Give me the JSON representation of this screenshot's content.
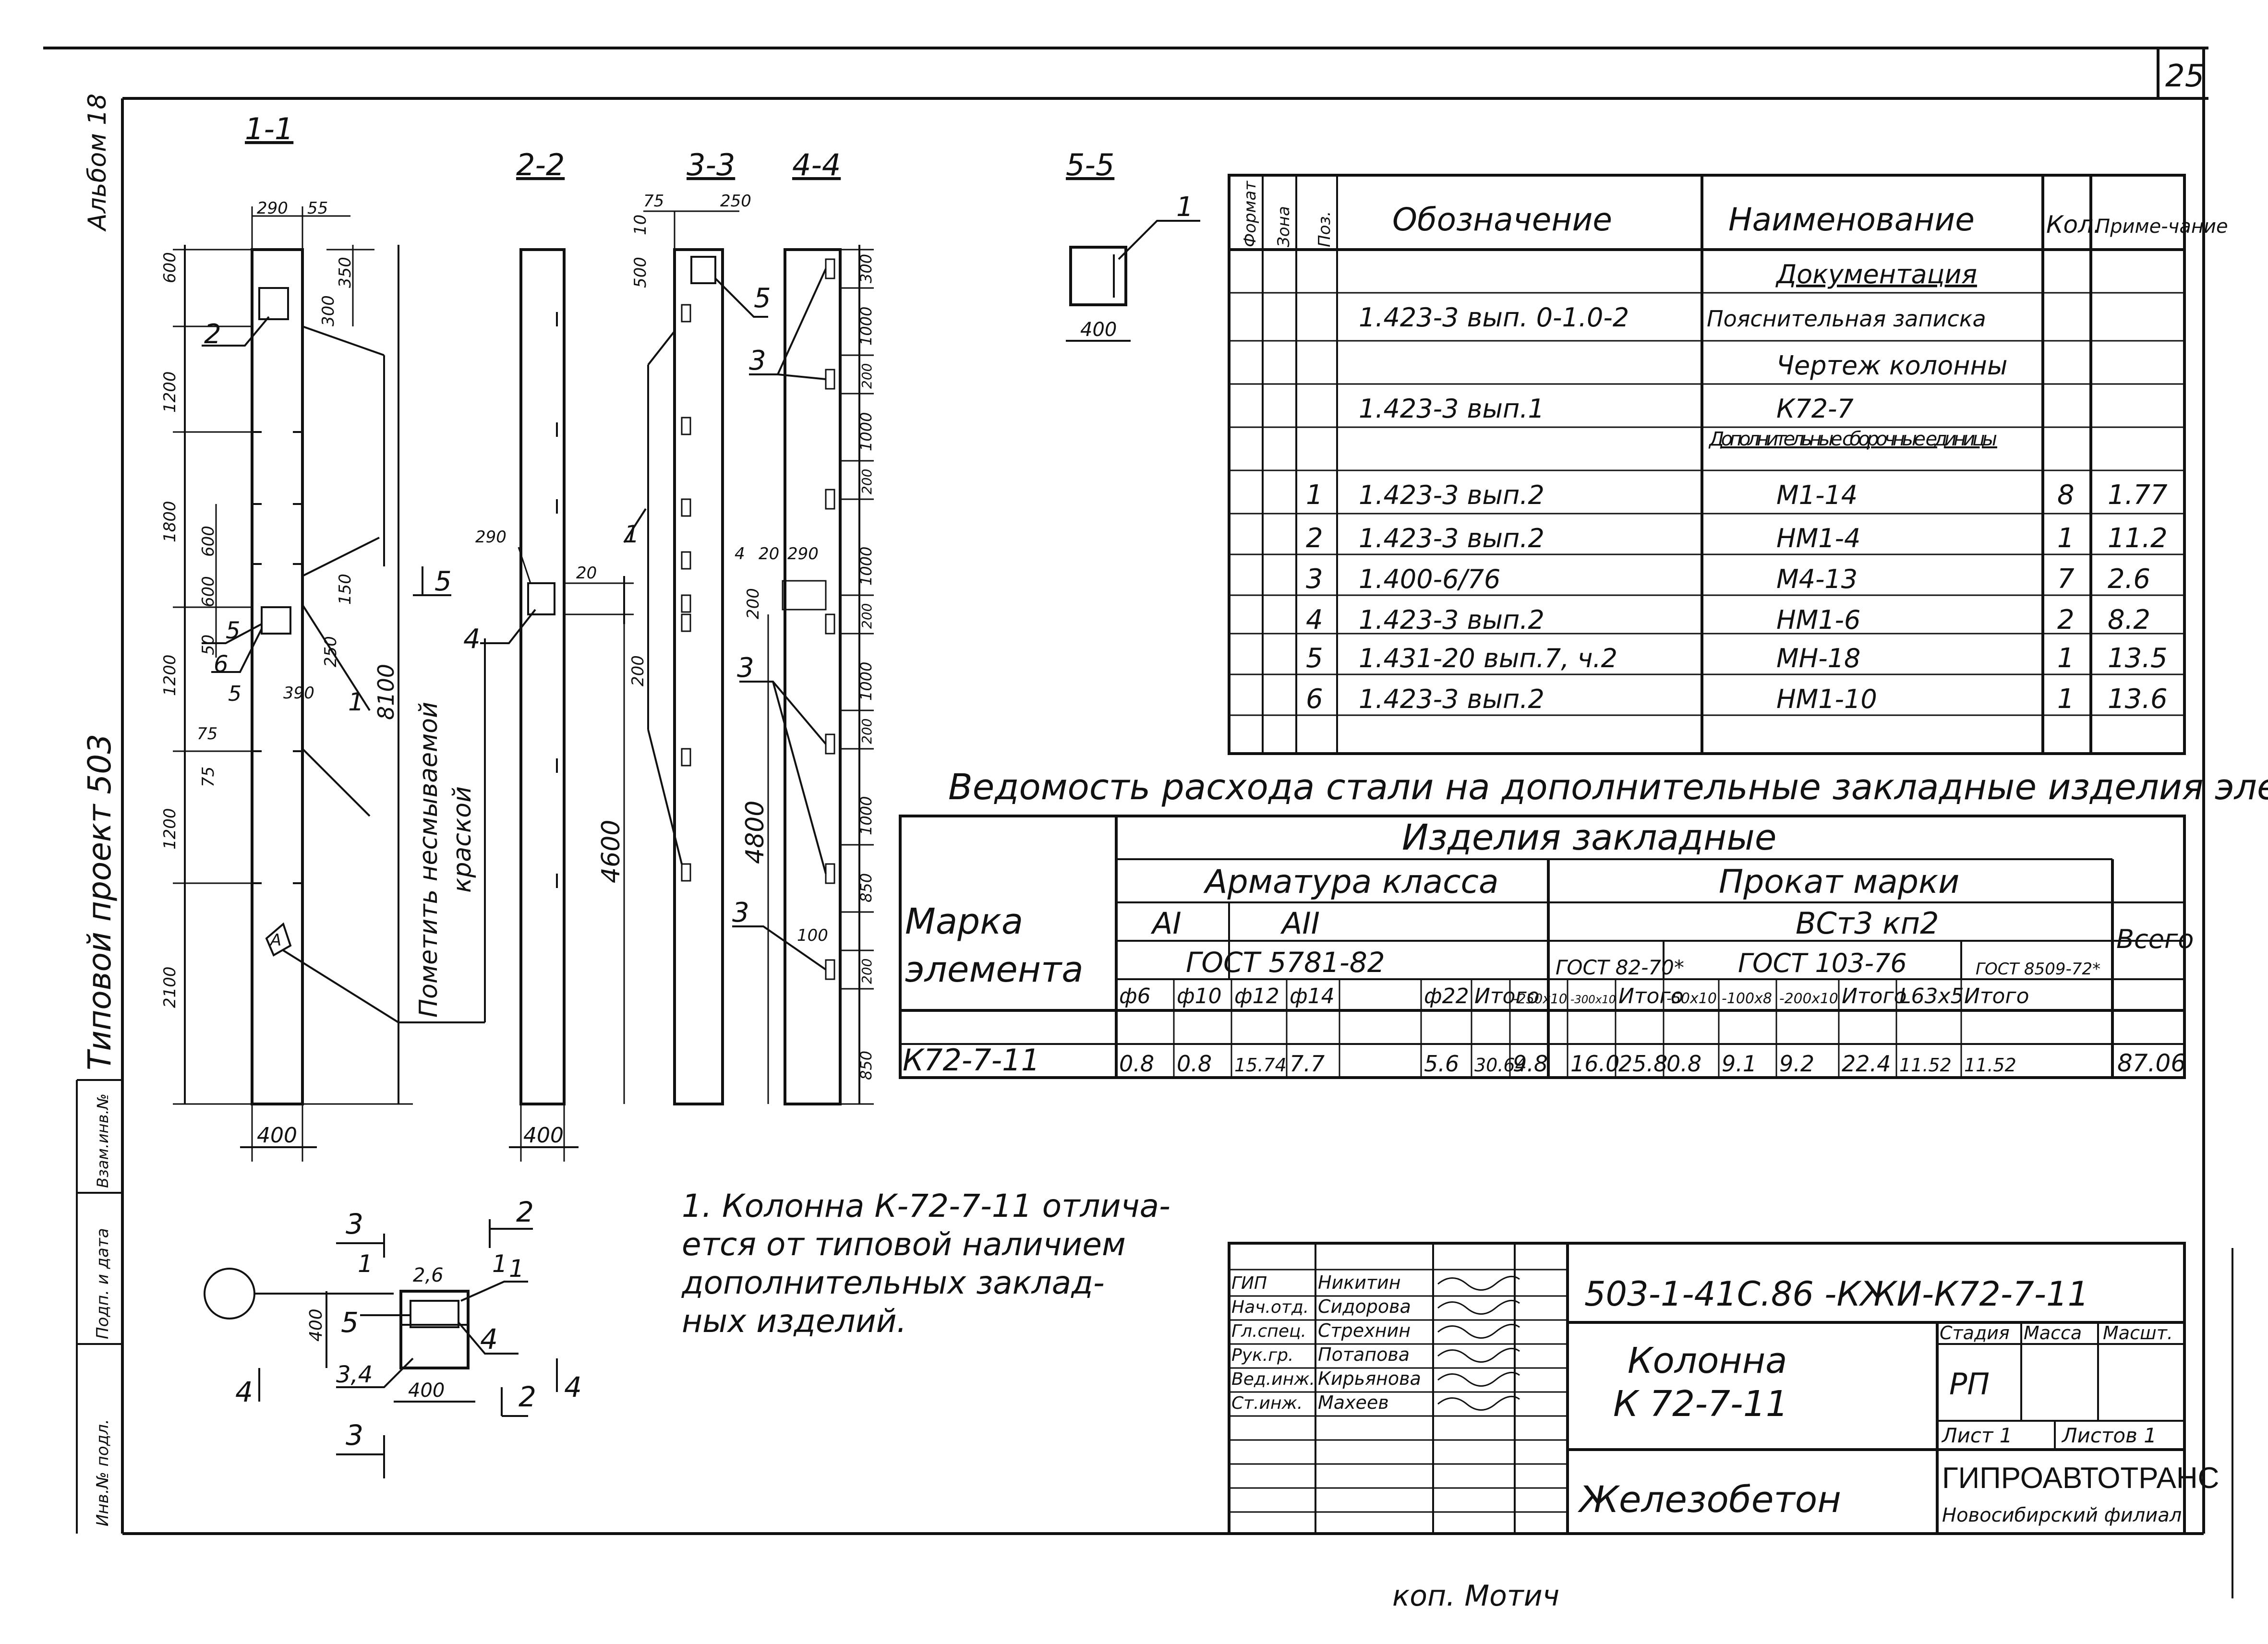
{
  "page_number": "25",
  "side_labels": {
    "album": "Альбом 18",
    "project": "Типовой проект 503",
    "inv_podl": "Инв.№ подл.",
    "podp_data": "Подп. и дата",
    "vzam_inv": "Взам.инв.№"
  },
  "sections": {
    "s11": "1-1",
    "s22": "2-2",
    "s33": "3-3",
    "s44": "4-4",
    "s55": "5-5"
  },
  "dims_11": {
    "top_w": "290",
    "top_w2": "55",
    "d600": "600",
    "d1200a": "1200",
    "d1800": "1800",
    "d1200b": "1200",
    "d1200c": "1200",
    "d2100": "2100",
    "d350": "350",
    "d300": "300",
    "d600b": "600",
    "d600c": "600",
    "d150": "150",
    "d250": "250",
    "d50": "50",
    "d390": "390",
    "d75a": "75",
    "d75b": "75",
    "d8100": "8100",
    "bottom_w": "400",
    "lbl2": "2",
    "lbl5a": "5",
    "lbl6": "6",
    "lbl5b": "5",
    "lbl1": "1",
    "lblA": "А",
    "paint_note_1": "Пометить несмываемой",
    "paint_note_2": "краской"
  },
  "dims_22": {
    "d290": "290",
    "d20": "20",
    "d200": "200",
    "d4600": "4600",
    "bottom_w": "400",
    "lbl4": "4",
    "arrow5": "5"
  },
  "dims_33": {
    "d75": "75",
    "d250": "250",
    "d500": "500",
    "d10": "10",
    "lbl5": "5",
    "lbl1": "1",
    "d4800": "4800"
  },
  "dims_44": {
    "d300": "300",
    "d1000a": "1000",
    "d200a": "200",
    "d1000b": "1000",
    "d200b": "200",
    "d1000c": "1000",
    "d200c": "200",
    "d1000d": "1000",
    "d200d": "200",
    "d1000e": "1000",
    "d850a": "850",
    "d200e": "200",
    "d850b": "850",
    "d4": "4",
    "d20": "20",
    "d290": "290",
    "d200f": "200",
    "d100": "100",
    "lbl3a": "3",
    "lbl3b": "3",
    "lbl3c": "3"
  },
  "dims_55": {
    "lbl1": "1",
    "d400": "400"
  },
  "spec_table": {
    "headers": [
      "Формат",
      "Зона",
      "Поз.",
      "Обозначение",
      "Наименование",
      "Кол.",
      "Приме-чание"
    ],
    "rows": [
      {
        "pos": "",
        "oboz": "",
        "naim": "Документация",
        "kol": "",
        "prim": "",
        "underline": true
      },
      {
        "pos": "",
        "oboz": "1.423-3 вып. 0-1.0-2",
        "naim": "Пояснительная записка",
        "kol": "",
        "prim": ""
      },
      {
        "pos": "",
        "oboz": "",
        "naim": "Чертеж колонны",
        "kol": "",
        "prim": ""
      },
      {
        "pos": "",
        "oboz": "1.423-3 вып.1",
        "naim": "К72-7",
        "kol": "",
        "prim": ""
      },
      {
        "pos": "",
        "oboz": "",
        "naim": "Дополнительные сборочные единицы",
        "kol": "",
        "prim": "",
        "underline": true
      },
      {
        "pos": "1",
        "oboz": "1.423-3 вып.2",
        "naim": "М1-14",
        "kol": "8",
        "prim": "1.77"
      },
      {
        "pos": "2",
        "oboz": "1.423-3 вып.2",
        "naim": "НМ1-4",
        "kol": "1",
        "prim": "11.2"
      },
      {
        "pos": "3",
        "oboz": "1.400-6/76",
        "naim": "М4-13",
        "kol": "7",
        "prim": "2.6"
      },
      {
        "pos": "4",
        "oboz": "1.423-3 вып.2",
        "naim": "НМ1-6",
        "kol": "2",
        "prim": "8.2"
      },
      {
        "pos": "5",
        "oboz": "1.431-20 вып.7, ч.2",
        "naim": "МН-18",
        "kol": "1",
        "prim": "13.5"
      },
      {
        "pos": "6",
        "oboz": "1.423-3 вып.2",
        "naim": "НМ1-10",
        "kol": "1",
        "prim": "13.6"
      }
    ]
  },
  "steel": {
    "title": "Ведомость расхода стали на дополнительные закладные изделия элемента, кг",
    "h_marka_1": "Марка",
    "h_marka_2": "элемента",
    "h_izdelia": "Изделия закладные",
    "h_armatura": "Арматура класса",
    "h_prokat": "Прокат марки",
    "h_vsego": "Всего",
    "h_AI": "АI",
    "h_AII": "АII",
    "h_vst": "ВСт3 кп2",
    "h_gost5781": "ГОСТ 5781-82",
    "h_gost82": "ГОСТ 82-70*",
    "h_gost103": "ГОСТ 103-76",
    "h_gost8509": "ГОСТ 8509-72*",
    "cols": [
      "ф6",
      "ф10",
      "ф12",
      "ф14",
      "",
      "ф22",
      "Итого",
      "-250х10",
      "-300х10",
      "Итого",
      "-50х10",
      "-100х8",
      "-200х10",
      "Итого",
      "L63х5",
      "Итого"
    ],
    "row": {
      "marka": "К72-7-11",
      "vals": [
        "0.8",
        "0.8",
        "15.74",
        "7.7",
        "",
        "5.6",
        "30.64",
        "9.8",
        "16.0",
        "25.8",
        "0.8",
        "9.1",
        "9.2",
        "22.4",
        "11.52",
        "11.52"
      ],
      "vsego": "87.06"
    }
  },
  "note": {
    "line1": "1. Колонна К-72-7-11 отлича-",
    "line2": "ется от типовой наличием",
    "line3": "дополнительных заклад-",
    "line4": "ных изделий."
  },
  "small_section": {
    "l3t": "3",
    "l1a": "1",
    "l2t": "2",
    "l1b": "1",
    "d26": "2,6",
    "l1c": "1",
    "d400v": "400",
    "l5": "5",
    "l4": "4",
    "l34": "3,4",
    "d400h": "400",
    "l4l": "4",
    "l4r": "4",
    "l2b": "2",
    "l3b": "3"
  },
  "title_block": {
    "code": "503-1-41С.86   -КЖИ-К72-7-11",
    "roles": [
      "ГИП",
      "Нач.отд.",
      "Гл.спец.",
      "Рук.гр.",
      "Вед.инж.",
      "Ст.инж."
    ],
    "names": [
      "Никитин",
      "Сидорова",
      "Стрехнин",
      "Потапова",
      "Кирьянова",
      "Махеев"
    ],
    "name1": "Колонна",
    "name2": "К 72-7-11",
    "h_stadia": "Стадия",
    "h_massa": "Масса",
    "h_masht": "Масшт.",
    "stadia": "РП",
    "list": "Лист 1",
    "listov": "Листов 1",
    "material": "Железобетон",
    "org": "ГИПРОАВТОТРАНС",
    "branch": "Новосибирский филиал"
  },
  "bottom_sign": "коп. Мотич"
}
